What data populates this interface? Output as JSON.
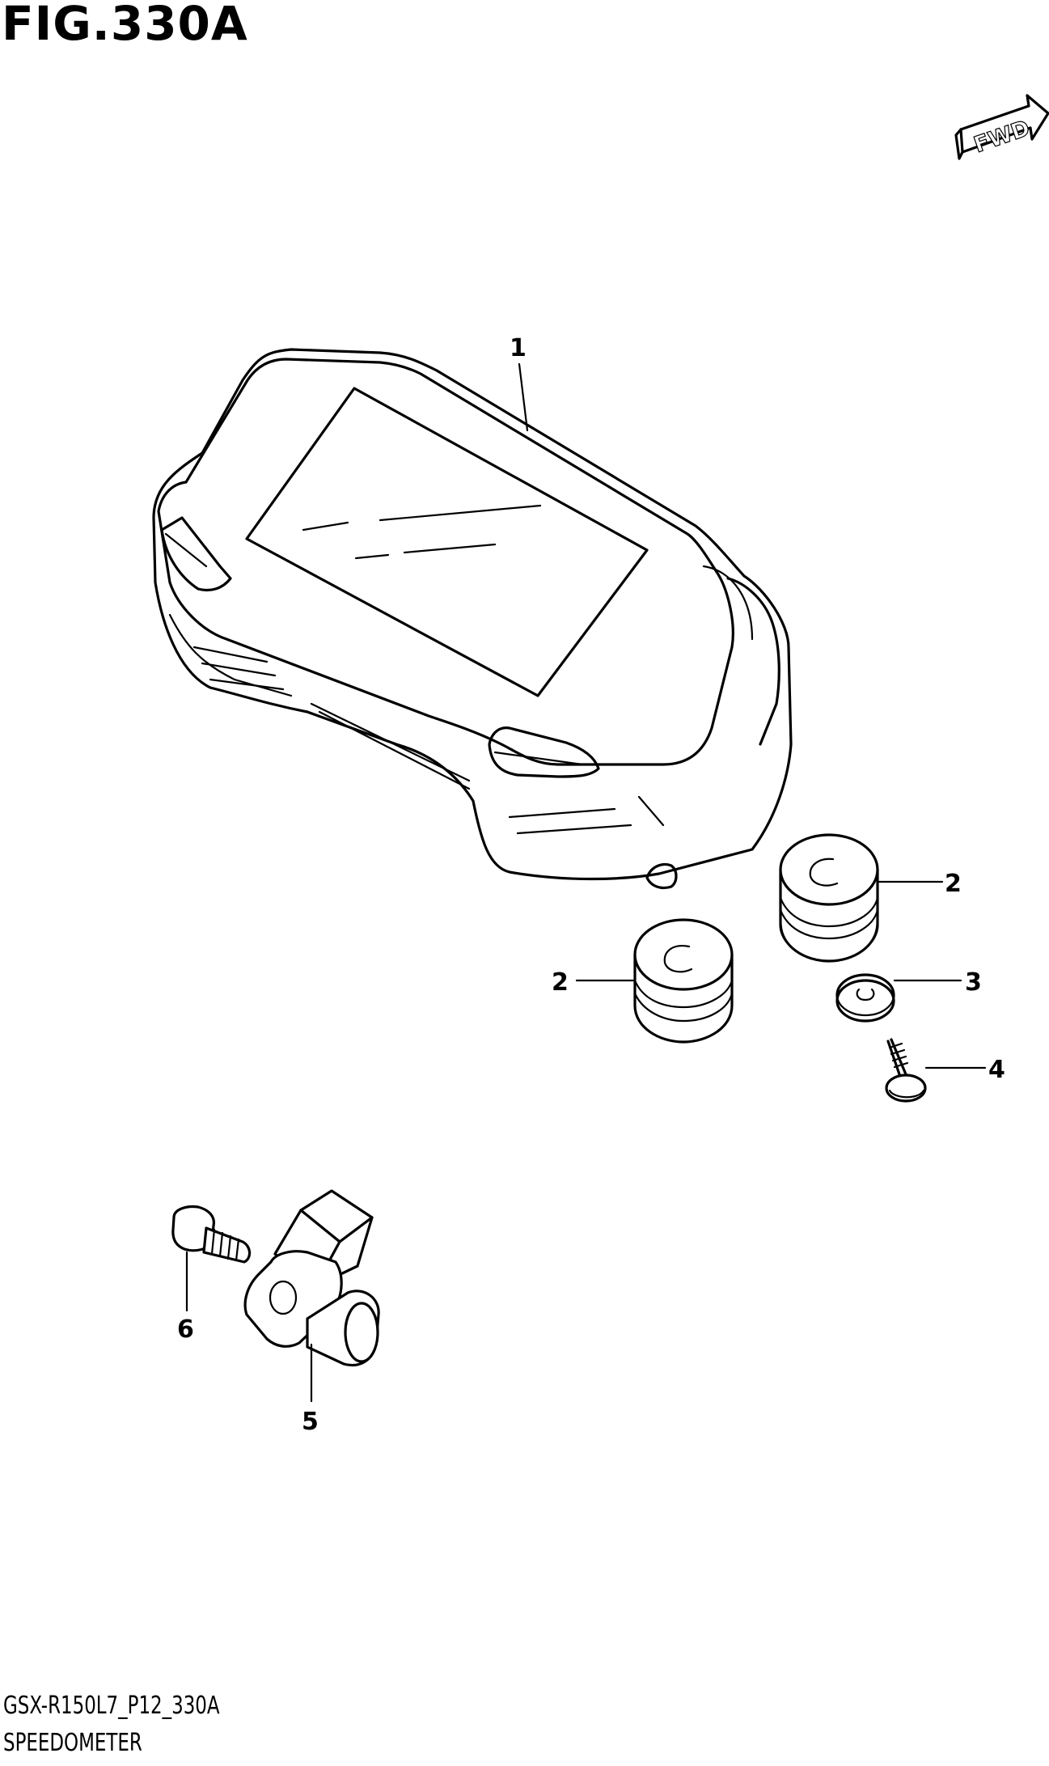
{
  "figure": {
    "title": "FIG.330A",
    "direction_label": "FWD",
    "footer_code": "GSX-R150L7_P12_330A",
    "footer_name": "SPEEDOMETER"
  },
  "callouts": [
    {
      "id": "1",
      "part": "speedometer-assembly"
    },
    {
      "id": "2",
      "part": "cushion-right"
    },
    {
      "id": "2",
      "part": "cushion-left"
    },
    {
      "id": "3",
      "part": "washer"
    },
    {
      "id": "4",
      "part": "screw"
    },
    {
      "id": "5",
      "part": "speed-sensor"
    },
    {
      "id": "6",
      "part": "bolt"
    }
  ]
}
